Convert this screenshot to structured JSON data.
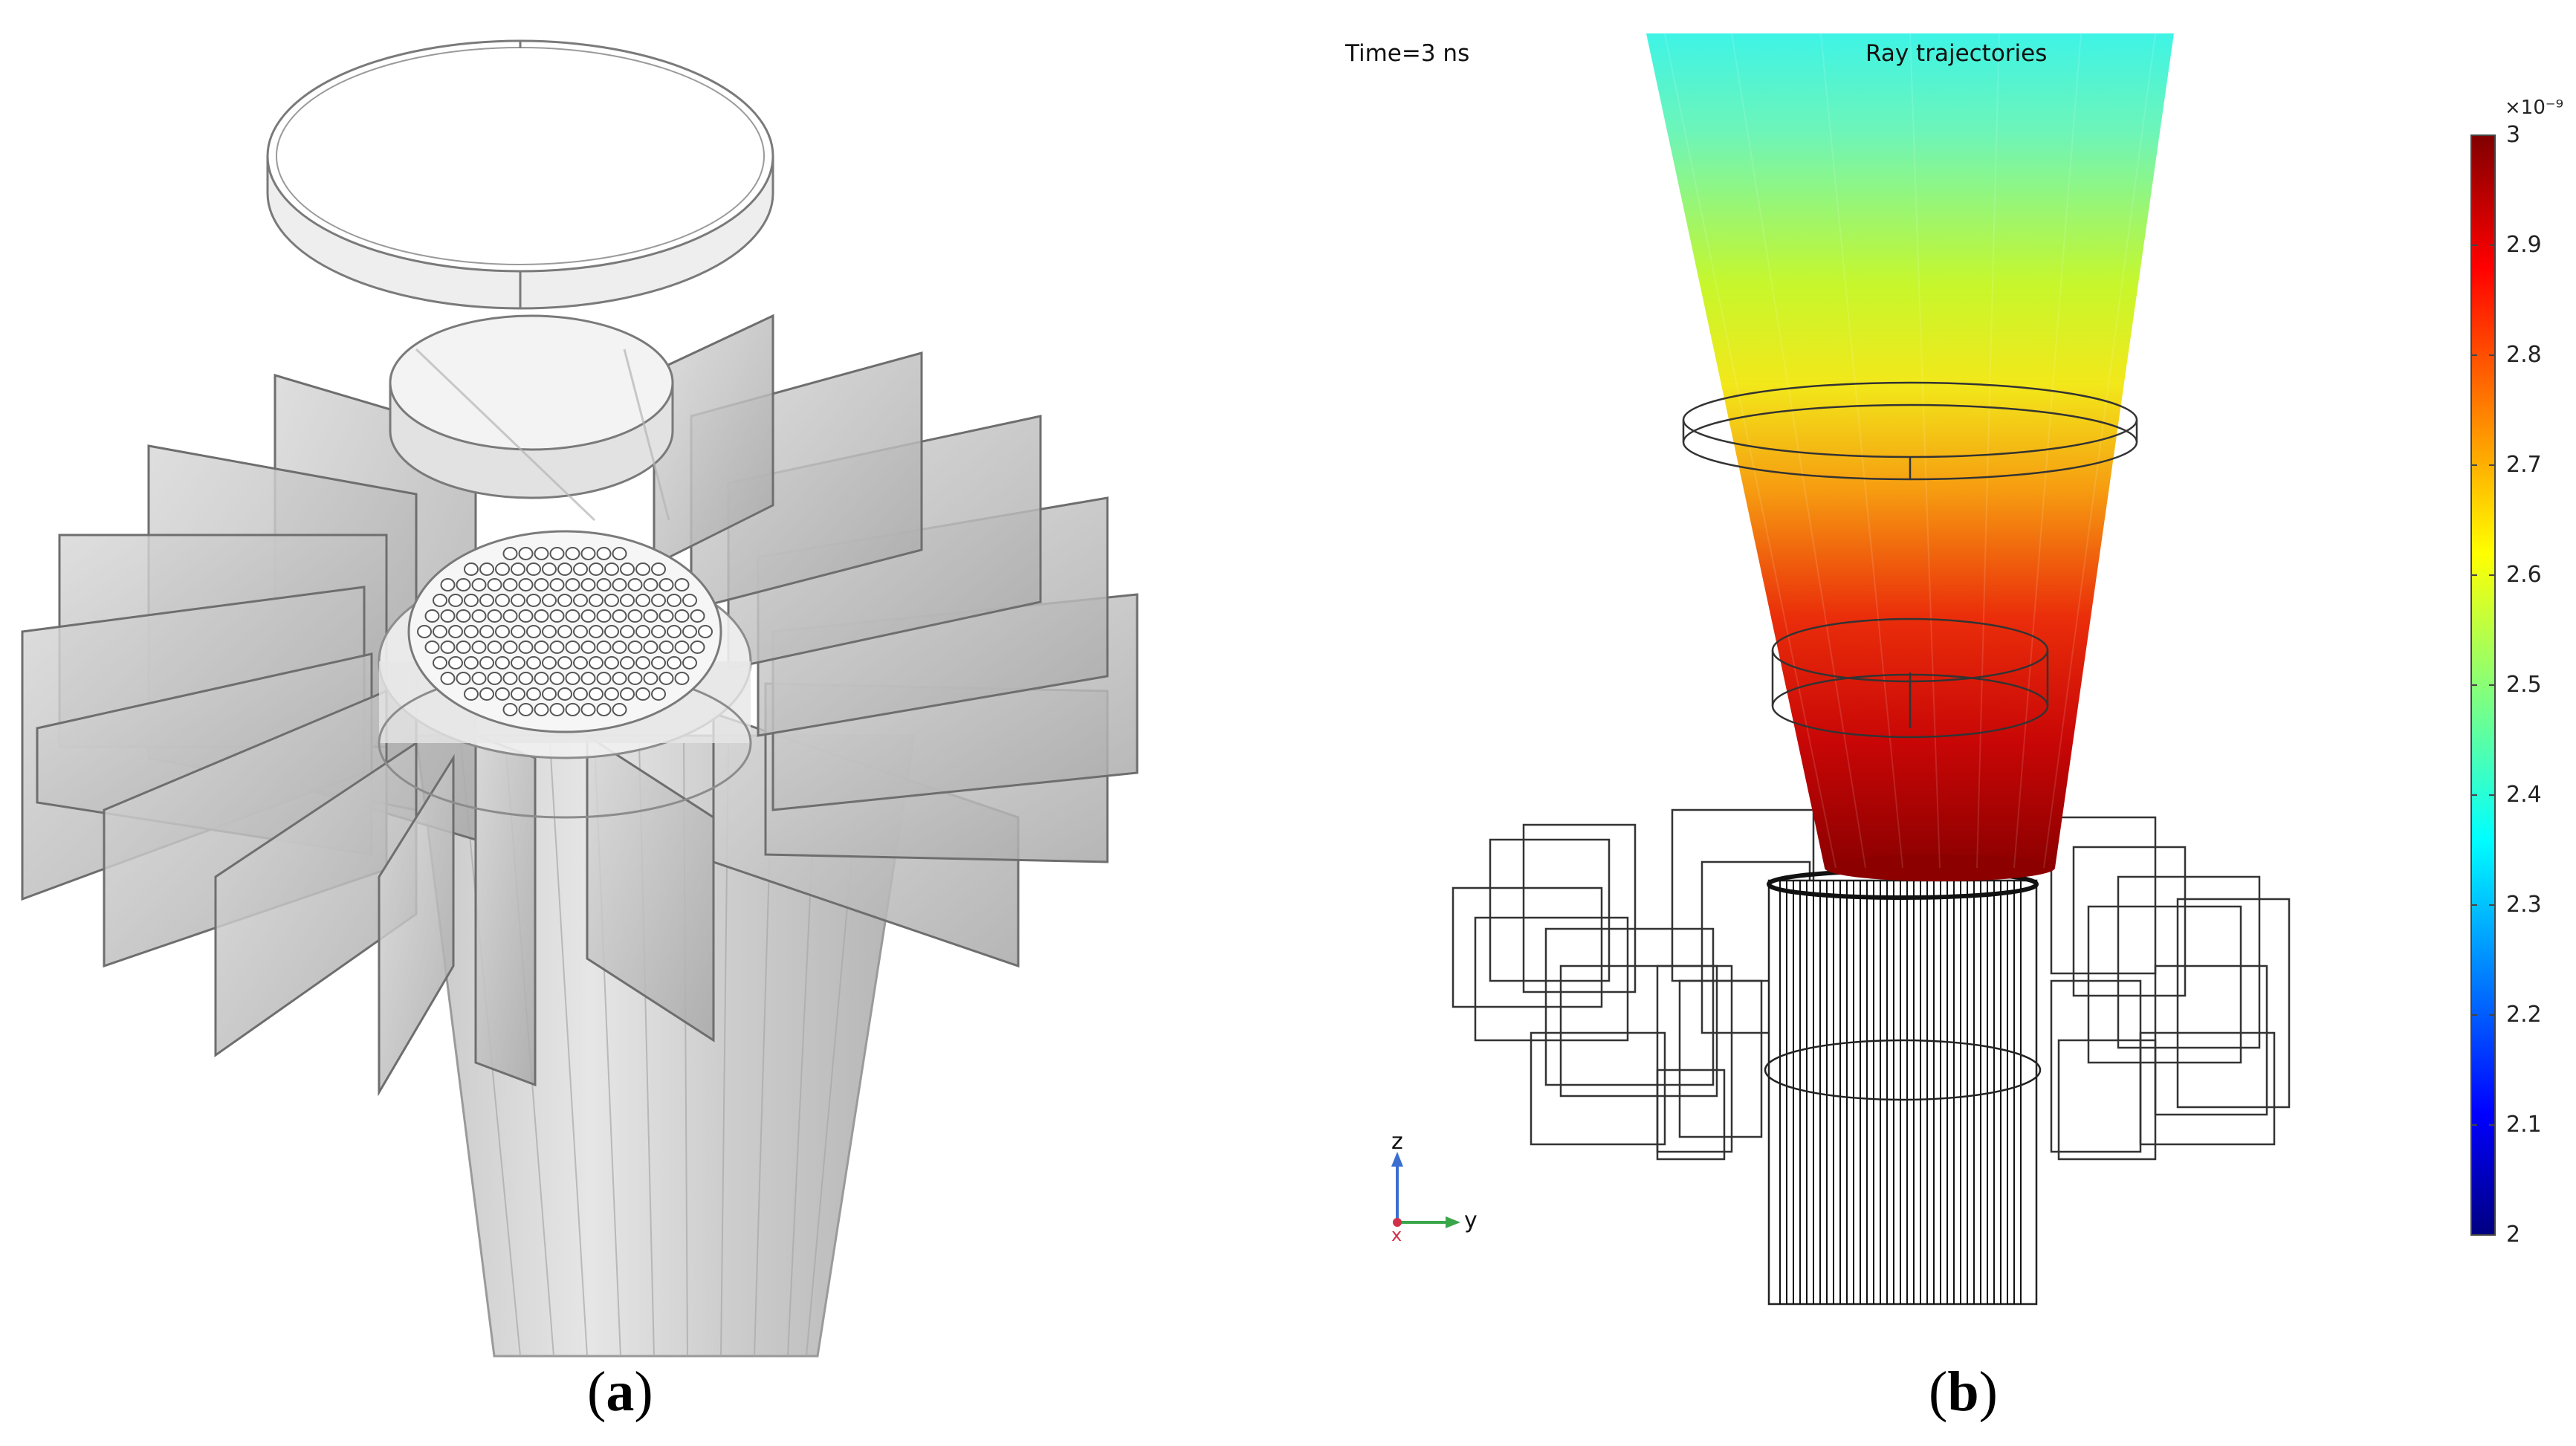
{
  "panel_a": {
    "caption_open": "(",
    "caption_letter": "a",
    "caption_close": ")"
  },
  "panel_b": {
    "time_label": "Time=3 ns",
    "title": "Ray trajectories",
    "caption_open": "(",
    "caption_letter": "b",
    "caption_close": ")",
    "triad": {
      "z": "z",
      "y": "y",
      "x": "x"
    }
  },
  "colorbar": {
    "multiplier": "×10⁻⁹",
    "min": 2,
    "max": 3,
    "ticks": [
      "3",
      "2.9",
      "2.8",
      "2.7",
      "2.6",
      "2.5",
      "2.4",
      "2.3",
      "2.2",
      "2.1",
      "2"
    ],
    "colormap": "jet",
    "colors": [
      "#000080",
      "#0000ff",
      "#00ffff",
      "#ffff00",
      "#ff0000",
      "#800000"
    ]
  },
  "colors": {
    "ray_top": "#3cf2e0",
    "ray_mid": "#c8f52a",
    "ray_bottom": "#8a0000",
    "wireframe": "#333333",
    "solid_grey": "#d6d6d6",
    "solid_edge": "#8c8c8c"
  }
}
